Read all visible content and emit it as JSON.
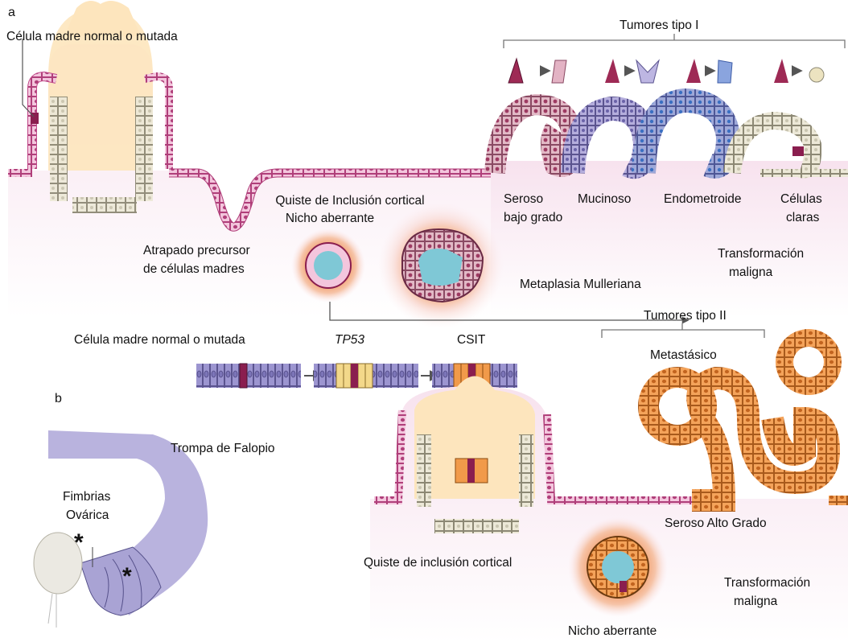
{
  "panel_a": {
    "letter": "a",
    "stem_cell_label": "Célula madre normal o mutada",
    "type1_title": "Tumores tipo I",
    "subtypes": [
      {
        "line1": "Seroso",
        "line2": "bajo grado"
      },
      {
        "line1": "Mucinoso",
        "line2": ""
      },
      {
        "line1": "Endometroide",
        "line2": ""
      },
      {
        "line1": "Células",
        "line2": "claras"
      }
    ],
    "cyst_title_1": "Quiste de Inclusión cortical",
    "cyst_title_2": "Nicho aberrante",
    "trapped_1": "Atrapado precursor",
    "trapped_2": "de células madres",
    "metaplasia": "Metaplasia Mulleriana",
    "malignant_1": "Transformación",
    "malignant_2": "maligna"
  },
  "panel_b": {
    "letter": "b",
    "type2_title": "Tumores tipo II",
    "stem_cell_label": "Célula madre normal o mutada",
    "tp53": "TP53",
    "csit": "CSIT",
    "metastatic": "Metastásico",
    "fallopian": "Trompa de Falopio",
    "fimbria_1": "Fimbrias",
    "fimbria_2": "Ovárica",
    "star": "*",
    "high_grade": "Seroso Alto Grado",
    "cyst": "Quiste de inclusión cortical",
    "malignant_1": "Transformación",
    "malignant_2": "maligna",
    "niche": "Nicho aberrante"
  },
  "colors": {
    "epithelium": "#c04a8a",
    "stroma": "#f4dcea",
    "crypt_fill": "#fde3b4",
    "lumen": "#84c7d3",
    "orange_cell": "#f29a3c",
    "purple_cell": "#8b84c7",
    "tube": "#a9a3d4"
  }
}
